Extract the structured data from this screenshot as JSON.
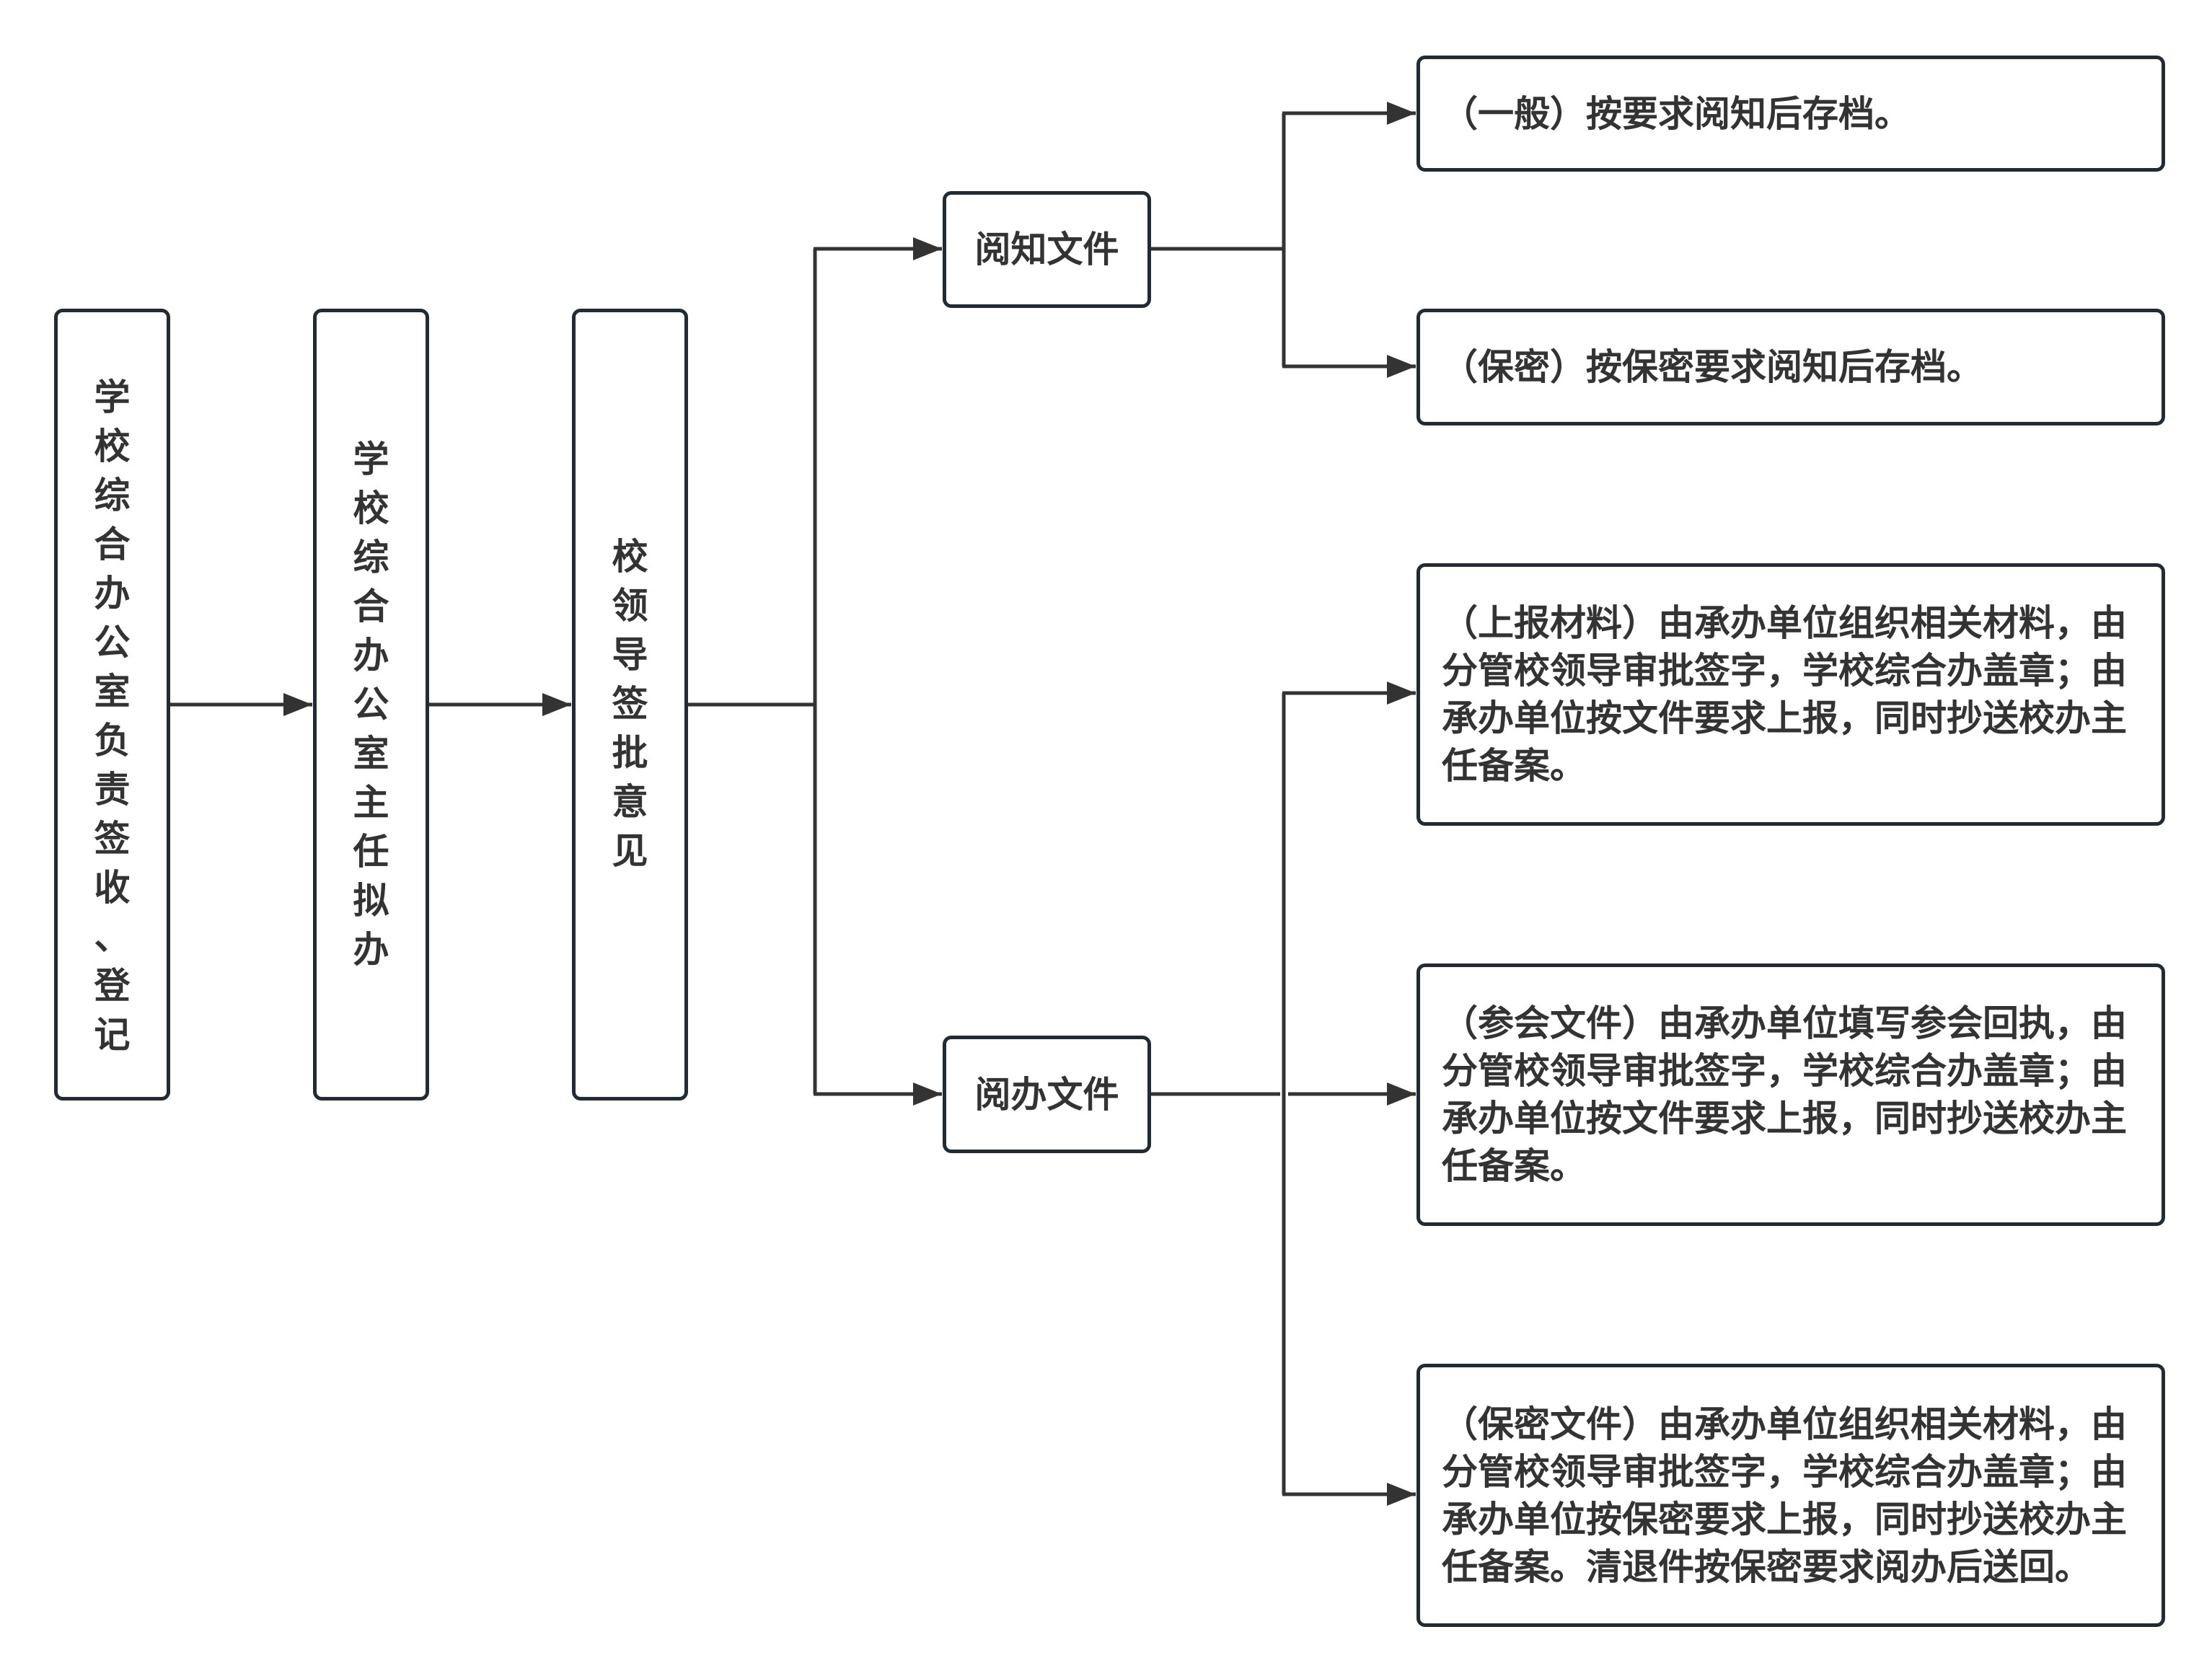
{
  "diagram": {
    "type": "flowchart",
    "colors": {
      "line": "#333333",
      "border": "#222a33",
      "text": "#333333",
      "background": "#ffffff"
    },
    "steps": [
      {
        "id": "receive",
        "label": "学校综合办公室负责签收、登记"
      },
      {
        "id": "draft",
        "label": "学校综合办公室主任拟办"
      },
      {
        "id": "approve",
        "label": "校领导签批意见"
      }
    ],
    "branches": [
      {
        "id": "read",
        "label": "阅知文件",
        "outcomes": [
          {
            "id": "read-general",
            "text": "（一般）按要求阅知后存档。"
          },
          {
            "id": "read-secret",
            "text": "（保密）按保密要求阅知后存档。"
          }
        ]
      },
      {
        "id": "handle",
        "label": "阅办文件",
        "outcomes": [
          {
            "id": "handle-report",
            "text": "（上报材料）由承办单位组织相关材料，由分管校领导审批签字，学校综合办盖章；由承办单位按文件要求上报，同时抄送校办主任备案。"
          },
          {
            "id": "handle-meeting",
            "text": "（参会文件）由承办单位填写参会回执，由分管校领导审批签字，学校综合办盖章；由承办单位按文件要求上报，同时抄送校办主任备案。"
          },
          {
            "id": "handle-secret",
            "text": "（保密文件）由承办单位组织相关材料，由分管校领导审批签字，学校综合办盖章；由承办单位按保密要求上报，同时抄送校办主任备案。清退件按保密要求阅办后送回。"
          }
        ]
      }
    ]
  }
}
